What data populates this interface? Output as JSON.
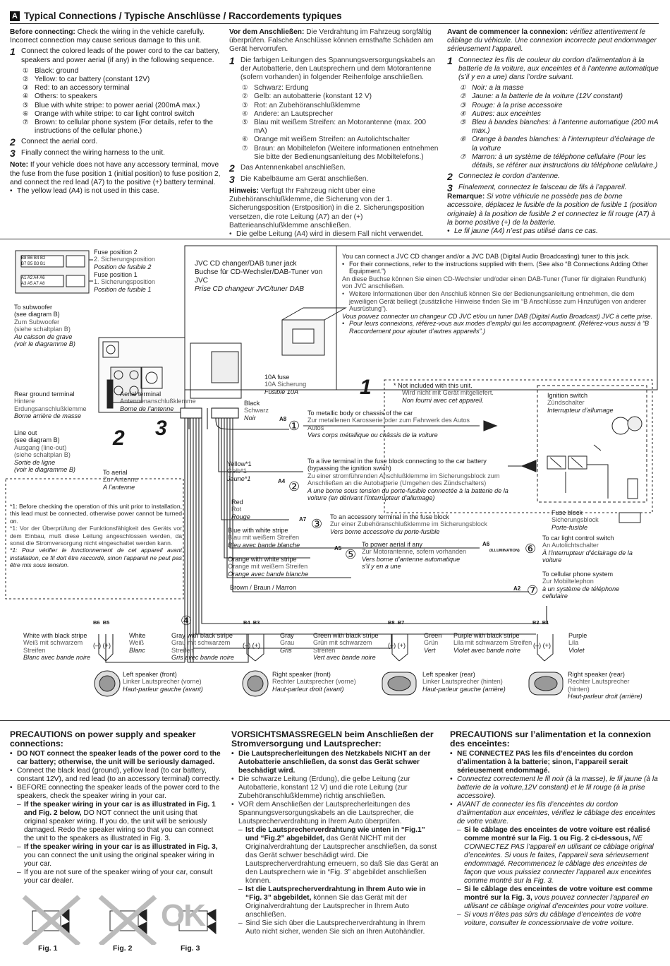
{
  "header": {
    "badge": "A",
    "title": "Typical Connections / Typische Anschlüsse / Raccordements typiques"
  },
  "en": {
    "before_b": "Before connecting:",
    "before": " Check the wiring in the vehicle carefully. Incorrect connection may cause serious damage to this unit.",
    "s1": "Connect the colored leads of the power cord to the car battery, speakers and power aerial (if any) in the following sequence.",
    "leads": [
      "Black: ground",
      "Yellow: to car battery (constant 12V)",
      "Red: to an accessory terminal",
      "Others: to speakers",
      "Blue with white stripe: to power aerial (200mA max.)",
      "Orange with white stripe: to car light control switch",
      "Brown: to cellular phone system (For details, refer to the instructions of the cellular phone.)"
    ],
    "s2": "Connect the aerial cord.",
    "s3": "Finally connect the wiring harness to the unit.",
    "note_b": "Note:",
    "note": " If your vehicle does not have any accessory terminal, move the fuse from the fuse position 1 (initial position) to fuse position 2, and connect the red lead (A7) to the positive (+) battery terminal.",
    "note2": "The yellow lead (A4) is not used in this case."
  },
  "de": {
    "before_b": "Vor dem Anschließen:",
    "before": " Die Verdrahtung im Fahrzeug sorgfältig überprüfen. Falsche Anschlüsse können ernsthafte Schäden am Gerät hervorrufen.",
    "s1": "Die farbigen Leitungen des Spannungsversorgungskabels an der Autobatterie, den Lautsprechern und dem Motorantenne (sofern vorhanden) in folgender Reihenfolge anschließen.",
    "leads": [
      "Schwarz: Erdung",
      "Gelb: an autobatterie (konstant 12 V)",
      "Rot: an Zubehöranschlußklemme",
      "Andere: an Lautsprecher",
      "Blau mit weißem Streifen: an Motorantenne (max. 200 mA)",
      "Orange mit weißem Streifen: an Autolichtschalter",
      "Braun: an Mobiltelefon (Weitere informationen entnehmen Sie bitte der Bedienungsanleitung des Mobiltelefons.)"
    ],
    "s2": "Das Antennenkabel anschließen.",
    "s3": "Die Kabelbäume am Gerät anschließen.",
    "note_b": "Hinweis:",
    "note": " Verfügt Ihr Fahrzeug nicht über eine Zubehöranschlußklemme, die Sicherung von der 1. Sicherungsposition (Erstposition) in die 2. Sicherungsposition versetzen, die rote Leitung (A7) an der (+) Batterieanschlußklemme anschließen.",
    "note2": "Die gelbe Leitung (A4) wird in diesem Fall nicht verwendet."
  },
  "fr": {
    "before_b": "Avant de commencer la connexion:",
    "before": " vérifiez attentivement le câblage du véhicule. Une connexion incorrecte peut endommager sérieusement l’appareil.",
    "s1": "Connectez les fils de couleur du cordon d’alimentation à la batterie de la voiture, aux enceintes et à l’antenne automatique (s’il y en a une) dans l’ordre suivant.",
    "leads": [
      "Noir: a la masse",
      "Jaune: a la batterie de la voiture (12V constant)",
      "Rouge: à la prise accessoire",
      "Autres: aux enceintes",
      "Bleu à bandes blanches: à l’antenne automatique (200 mA max.)",
      "Orange à bandes blanches: à l’interrupteur d’éclairage de la voiture",
      "Marron: à un système de téléphone cellulaire (Pour les détails, se référer aux instructions du téléphone cellulaire.)"
    ],
    "s2": "Connectez le cordon d’antenne.",
    "s3": "Finalement, connectez le faisceau de fils à l’appareil.",
    "note_b": "Remarque:",
    "note": " Si votre véhicule ne possède pas de borne accessoire, déplacez le fusible de la position de fusible 1 (position originale) à la position de fusible 2 et connectez le fil rouge (A7) à la borne positive (+) de la batterie.",
    "note2": "Le fil jaune (A4) n’est pas utilisé dans ce cas."
  },
  "nums": [
    "①",
    "②",
    "③",
    "④",
    "⑤",
    "⑥",
    "⑦"
  ],
  "diagram": {
    "fuse_pos2": [
      "Fuse position 2",
      "2. Sicherungsposition",
      "Position de fusible 2"
    ],
    "fuse_pos1": [
      "Fuse position 1",
      "1. Sicherungsposition",
      "Position de fusible 1"
    ],
    "conn_top": [
      "B8",
      "B6",
      "B4",
      "B2",
      "B7",
      "B5",
      "B3",
      "B1"
    ],
    "conn_bot": [
      "A1",
      "A2",
      "A4",
      "A6",
      "A3",
      "A5",
      "A7",
      "A8"
    ],
    "subwoofer": [
      "To subwoofer",
      "(see diagram B)",
      "Zum Subwoofer",
      "(siehe schaltplan B)",
      "Au caisson de grave",
      "(voir le diagramme B)"
    ],
    "rear_ground": [
      "Rear ground terminal",
      "Hintere",
      "Erdungsanschlußklemme",
      "Borne arrière de masse"
    ],
    "line_out": [
      "Line out",
      "(see diagram B)",
      "Ausgang (line-out)",
      "(siehe schaltplan B)",
      "Sortie de ligne",
      "(voir le diagramme B)"
    ],
    "aerial_term": [
      "Aerial terminal",
      "Antennenanschlußklemme",
      "Borne de l’antenne"
    ],
    "to_aerial": [
      "To aerial",
      "Zur Antenne",
      "A l’antenne"
    ],
    "fuse10": [
      "10A fuse",
      "10A Sicherung",
      "Fusible 10A"
    ],
    "jack": [
      "JVC CD changer/DAB tuner jack",
      "Buchse für CD-Wechsler/DAB-Tuner von JVC",
      "Prise CD changeur JVC/tuner DAB"
    ],
    "jack_info": [
      "You can connect a JVC CD changer and/or a JVC DAB (Digital Audio Broadcasting) tuner to this jack.",
      "For their connections, refer to the instructions supplied with them. (See also “B Connections Adding Other Equipment.”)",
      "An diese Buchse können Sie einen CD-Wechsler und/oder einen DAB-Tuner (Tuner für digitalen Rundfunk) von JVC anschließen.",
      "Weitere Informationen über den Anschluß können Sie der Bedienungsanleitung entnehmen, die dem jeweiligen Gerät beiliegt (zusätzliche Hinweise finden Sie im “B Anschlüsse zum Hinzufügen von anderer Ausrüstung”).",
      "Vous pouvez connecter un changeur CD JVC et/ou un tuner DAB (Digital Audio Broadcast) JVC à cette prise.",
      "Pour leurs connexions, référez-vous aux modes d’emploi qui les accompagnent. (Référez-vous aussi à “B Raccordement pour ajouter d’autres appareils”.)"
    ],
    "not_included": [
      "Not included with this unit.",
      "Wird nicht mit Gerät mitgeliefert.",
      "Non fourni avec cet appareil."
    ],
    "ignition": [
      "Ignition switch",
      "Zündschalter",
      "Interrupteur d’allumage"
    ],
    "fuse_block": [
      "Fuse block",
      "Sicherungsblock",
      "Porte-fusible"
    ],
    "black": [
      "Black",
      "Schwarz",
      "Noir"
    ],
    "yellow": [
      "Yellow*1",
      "Gelb*1",
      "Jaune*1"
    ],
    "red": [
      "Red",
      "Rot",
      "Rouge"
    ],
    "blue": [
      "Blue with white stripe",
      "Blau mit weißem Streifen",
      "Bleu avec bande blanche"
    ],
    "orange": [
      "Orange with white stripe",
      "Orange mit weißem Streifen",
      "Orange avec bande blanche"
    ],
    "brown": "Brown / Braun / Marron",
    "c1": [
      "To metallic body or chassis of the car",
      "Zur metallenen Karosserie oder zum Fahrwerk des Autos",
      "Vers corps métallique ou châssis de la voiture"
    ],
    "c2": [
      "To a live terminal in the fuse block connecting to the car battery",
      "(bypassing the ignition swich)",
      "Zu einer stromführenden Anschlußklemme im Sicherungsblock zum",
      "Anschließen an die Autobatterie (Umgehen des Zündschalters)",
      "A une borne sous tension du porte-fusible connectée à la batterie de la",
      "voiture (en dérivant l’interrupteur d’allumage)"
    ],
    "c3": [
      "To an accessory terminal in the fuse block",
      "Zur einer Zubehöranschlußklemme im Sicherungsblock",
      "Vers borne accessoire du porte-fusible"
    ],
    "c5": [
      "To power aerial if any",
      "Zur Motorantenne, sofern vorhanden",
      "Vers borne d’antenne automatique",
      "s’il y en a une"
    ],
    "c6": [
      "To car light control switch",
      "An Autolichtschalter",
      "À l’interrupteur d’éclairage de la",
      "voiture"
    ],
    "c7": [
      "To cellular phone system",
      "Zur Mobiltelephon",
      "à un système de téléphone",
      "cellulaire"
    ],
    "illum": "(ILLUMINATION)",
    "footnote": [
      "*1: Before checking the operation of this unit prior to installation, this lead must be connected, otherwise power cannot be turned on.",
      "*1: Vor der Überprüfung der Funktionsfähigkeit des Geräts vor dem Einbau, muß diese Leitung angeschlossen werden, da sonst die Stromversorgung nicht eingeschaltet werden kann.",
      "*1: Pour vérifier le fonctionnement de cet appareil avant installation, ce fil doit être raccordé, sinon l’appareil ne peut pas être mis sous tension."
    ],
    "spk": [
      {
        "c1": "White with black stripe",
        "c2": "Weiß mit schwarzem",
        "c3": "Streifen",
        "c4": "Blanc avec bande noire",
        "r1": "White",
        "r2": "Weiß",
        "r3": "Blanc",
        "pins": [
          "B6",
          "B5"
        ],
        "s": [
          "Left speaker (front)",
          "Linker Lautsprecher (vorne)",
          "Haut-parleur gauche (avant)"
        ]
      },
      {
        "c1": "Gray with black stripe",
        "c2": "Grau mit schwarzem",
        "c3": "Streifen",
        "c4": "Gris avec bande noire",
        "r1": "Gray",
        "r2": "Grau",
        "r3": "Gris",
        "pins": [
          "B4",
          "B3"
        ],
        "s": [
          "Right speaker (front)",
          "Rechter Lautsprecher (vorne)",
          "Haut-parleur droit (avant)"
        ]
      },
      {
        "c1": "Green with black stripe",
        "c2": "Grün mit schwarzem",
        "c3": "Streifen",
        "c4": "Vert avec bande noire",
        "r1": "Green",
        "r2": "Grün",
        "r3": "Vert",
        "pins": [
          "B8",
          "B7"
        ],
        "s": [
          "Left speaker (rear)",
          "Linker Lautsprecher (hinten)",
          "Haut-parleur gauche (arrière)"
        ]
      },
      {
        "c1": "Purple with black stripe",
        "c2": "Lila mit schwarzem Streifen",
        "c3": "Violet avec bande noire",
        "c4": "",
        "r1": "Purple",
        "r2": "Lila",
        "r3": "Violet",
        "pins": [
          "B2",
          "B1"
        ],
        "s": [
          "Right speaker (rear)",
          "Rechter Lautsprecher",
          "(hinten)",
          "Haut-parleur droit (arrière)"
        ]
      }
    ],
    "minus": "(–)",
    "plus": "(+)"
  },
  "prec": {
    "en_h": "PRECAUTIONS on power supply and speaker connections:",
    "en": [
      "DO NOT connect the speaker leads of the power cord to the car battery; otherwise, the unit will be seriously damaged.",
      "Connect the black lead (ground), yellow lead (to car battery, constant 12V), and red lead (to an accessory terminal) correctly.",
      "BEFORE connecting the speaker leads of the power cord to the speakers, check the speaker wiring in your car."
    ],
    "en_sub": [
      [
        "If the speaker wiring in your car is as illustrated in Fig. 1 and Fig. 2 below,",
        " DO NOT connect the unit using that original speaker wiring. If you do, the unit will be seriously damaged. Redo the speaker wiring so that you can connect the unit to the speakers as illustrated in Fig. 3."
      ],
      [
        "If the speaker wiring in your car is as illustrated in Fig. 3,",
        " you can connect the unit using the original speaker wiring in your car."
      ],
      [
        "",
        "If you are not sure of the speaker wiring of your car, consult your car dealer."
      ]
    ],
    "de_h": "VORSICHTSMASSREGELN beim Anschließen der Stromversorgung und Lautsprecher:",
    "de": [
      "Die Lautsprecherleitungen des Netzkabels NICHT an der Autobatterie anschließen, da sonst das Gerät schwer beschädigt wird.",
      "Die schwarze Leitung (Erdung), die gelbe Leitung (zur Autobatterie, konstant 12 V) und die rote Leitung (zur Zubehöranschlußklemme) richtig anschließen.",
      "VOR dem Anschließen der Lautsprecherleitungen des Spannungsversorgungskabels an die Lautsprecher, die Lautsprecherverdrahtung in Ihrem Auto überprüfen."
    ],
    "de_sub": [
      [
        "Ist die Lautsprecherverdrahtung wie unten in “Fig.1” und “Fig.2” abgebildet,",
        " das Gerät NICHT mit der Originalverdrahtung der Lautsprecher anschließen, da sonst das Gerät schwer beschädigt wird. Die Lautsprecherverdrahtung erneuern, so daß Sie das Gerät an den Lautsprechern wie in “Fig. 3” abgebildet anschließen können."
      ],
      [
        "Ist die Lautsprecherverdrahtung in Ihrem Auto wie in “Fig. 3” abgebildet,",
        " können Sie das Gerät mit der Originalverdrahtung der Lautsprecher in Ihrem Auto anschließen."
      ],
      [
        "",
        "Sind Sie sich über die Lautsprecherverdrahtung in Ihrem Auto nicht sicher, wenden Sie sich an Ihren Autohändler."
      ]
    ],
    "fr_h": "PRECAUTIONS sur l’alimentation et la connexion des enceintes:",
    "fr": [
      "NE CONNECTEZ PAS les fils d’enceintes du cordon d’alimentation à la batterie; sinon, l’appareil serait sérieusement endommagé.",
      "Connectez correctement le fil noir (à la masse), le fil jaune (à la batterie de la voiture,12V constant) et le fil rouge (à la prise accessoire).",
      "AVANT de connecter les fils d’enceintes du cordon d’alimentation aux enceintes, vérifiez le câblage des enceintes de votre voiture."
    ],
    "fr_sub": [
      [
        "Si le câblage des enceintes de votre voiture est réalisé comme montré sur la Fig. 1 ou Fig. 2 ci-dessous,",
        " NE CONNECTEZ PAS l’appareil en utilisant ce câblage original d’enceintes. Si vous le faites, l’appareil sera sérieusement endommagé. Recommencez le câblage des enceintes de façon que vous puissiez connecter l’appareil aux enceintes comme montré sur la Fig. 3."
      ],
      [
        "Si le câblage des enceintes de votre voiture est comme montré sur la Fig. 3,",
        " vous pouvez connecter l’appareil en utilisant ce câblage original d’enceintes pour votre voiture."
      ],
      [
        "",
        "Si vous n’êtes pas sûrs du câblage d’enceintes de votre voiture, consulter le concessionnaire de votre voiture."
      ]
    ],
    "figs": [
      "Fig. 1",
      "Fig. 2",
      "Fig. 3"
    ],
    "ok": "OK"
  },
  "big": {
    "one": "1",
    "two": "2",
    "three": "3",
    "four": "4"
  }
}
